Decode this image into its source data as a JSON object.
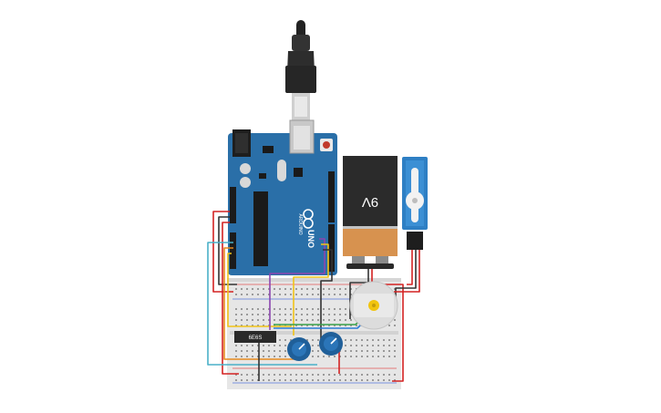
{
  "board": {
    "model": "UNO",
    "brand": "ARDUINO"
  },
  "battery": {
    "label": "9V"
  },
  "ic_chip": {
    "label": "6E6S"
  },
  "components": [
    "usb-cable",
    "arduino-uno",
    "battery-9v",
    "servo-motor",
    "dc-motor",
    "breadboard",
    "potentiometer",
    "potentiometer",
    "ic-chip"
  ],
  "colors": {
    "board_blue": "#2a6fa8",
    "board_dark": "#1d5a8c",
    "battery_black": "#2b2b2b",
    "battery_copper": "#d7924f",
    "servo_blue": "#2e7fc4",
    "pot_blue": "#1f5f99",
    "breadboard": "#e6e6e6",
    "wire_red": "#d32222",
    "wire_black": "#333333",
    "wire_yellow": "#f0c419",
    "wire_orange": "#e58a1f",
    "wire_purple": "#8b45b0",
    "wire_cyan": "#4ab0c8",
    "wire_green": "#3aa14a",
    "wire_blue": "#2b7bd6"
  }
}
